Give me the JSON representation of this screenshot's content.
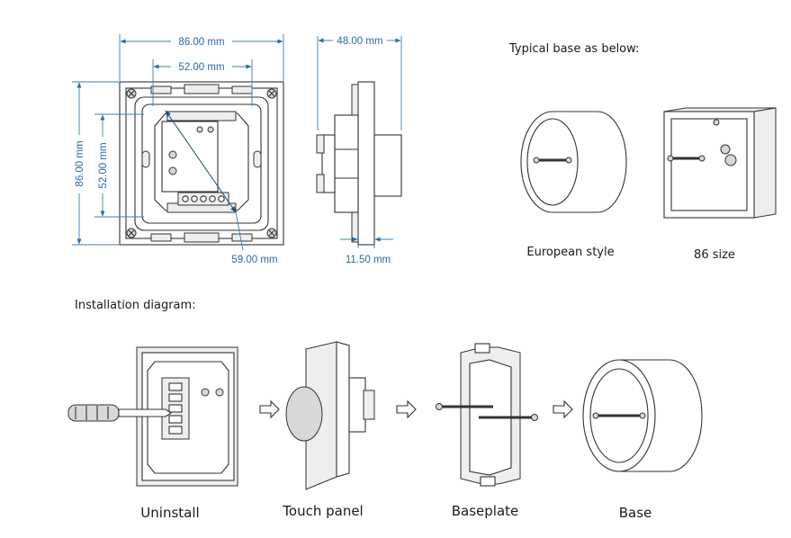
{
  "dimensions": {
    "width_outer": "86.00 mm",
    "width_inner": "52.00 mm",
    "height_outer": "86.00 mm",
    "height_inner": "52.00 mm",
    "diagonal": "59.00 mm",
    "depth": "48.00 mm",
    "panel_thickness": "11.50 mm"
  },
  "typical_base": {
    "heading": "Typical base as below:",
    "european_label": "European style",
    "size86_label": "86 size"
  },
  "installation": {
    "heading": "Installation diagram:",
    "steps": [
      "Uninstall",
      "Touch panel",
      "Baseplate",
      "Base"
    ]
  },
  "colors": {
    "dimension_blue": "#2b6aa8",
    "line": "#333333"
  }
}
